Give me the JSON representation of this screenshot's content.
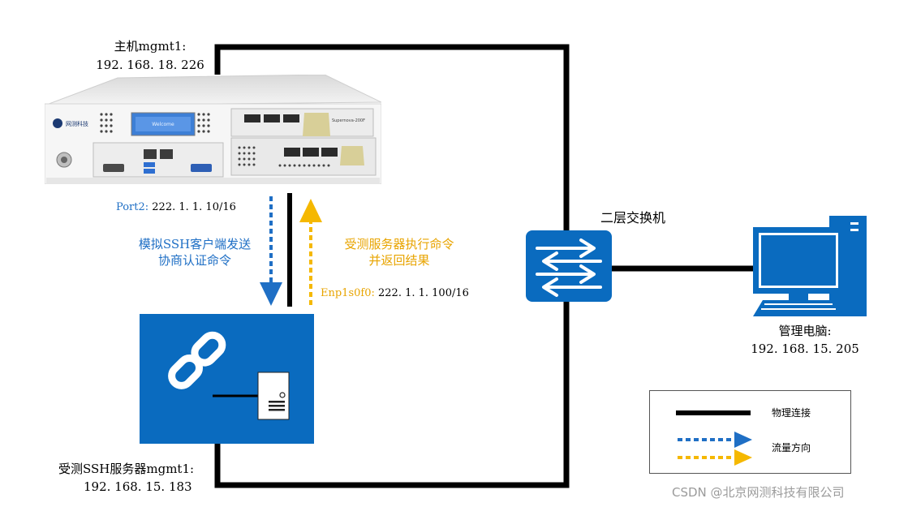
{
  "host": {
    "title": "主机mgmt1:",
    "ip": "192. 168. 18. 226",
    "brand": "网测科技",
    "screen_text": "Welcome",
    "model": "Supernova-200F"
  },
  "port2": {
    "label": "Port2:",
    "ip": "222. 1. 1. 10/16"
  },
  "client_flow": {
    "line1": "模拟SSH客户端发送",
    "line2": "协商认证命令"
  },
  "server_flow": {
    "line1": "受测服务器执行命令",
    "line2": "并返回结果"
  },
  "enp": {
    "label": "Enp1s0f0:",
    "ip": "222. 1. 1. 100/16"
  },
  "switch": {
    "label": "二层交换机"
  },
  "pc": {
    "title": "管理电脑:",
    "ip": "192. 168. 15. 205"
  },
  "ssh_server": {
    "title": "受测SSH服务器mgmt1:",
    "ip": "192. 168. 15. 183"
  },
  "legend": {
    "physical": "物理连接",
    "flow": "流量方向"
  },
  "colors": {
    "blue": "#0a6bbf",
    "flow_blue": "#1f6fc5",
    "flow_gold": "#f5b800",
    "line": "#000000"
  },
  "watermark": "CSDN @北京网测科技有限公司"
}
